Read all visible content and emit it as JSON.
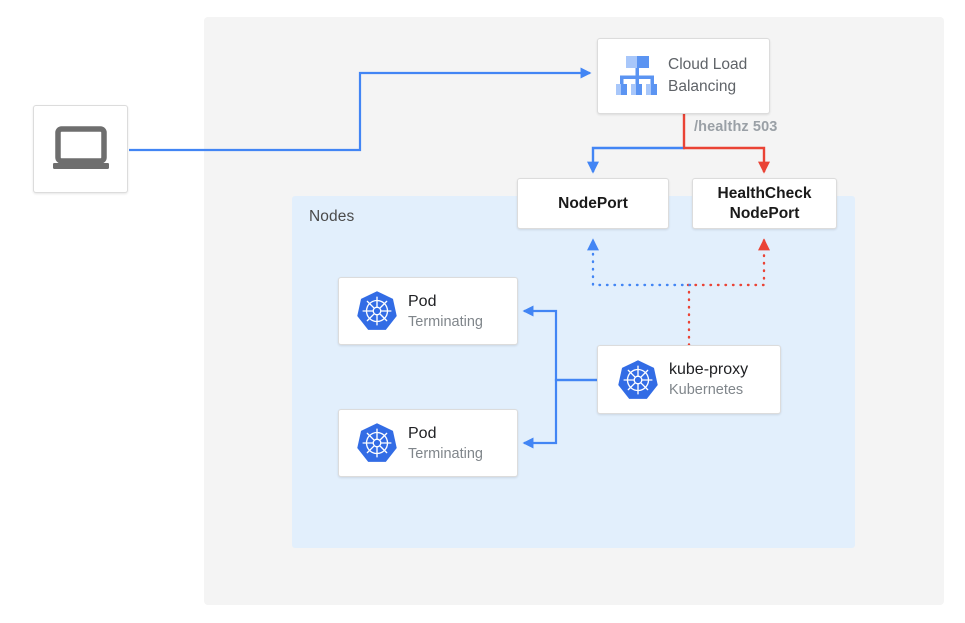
{
  "diagram": {
    "title": "Kubernetes NodePort health check with terminating pods",
    "panels": {
      "outer": {
        "name": "cloud-region",
        "label": ""
      },
      "nodes": {
        "name": "nodes",
        "label": "Nodes"
      }
    },
    "colors": {
      "blue": "#4285F4",
      "red": "#EA4335",
      "kubernetes_blue": "#326CE5",
      "panel_gray": "#F4F4F4",
      "panel_blue": "#E2EFFC",
      "text_gray": "#5F6368",
      "text_muted": "#80868B",
      "text_dark": "#202124"
    },
    "nodes_list": [
      {
        "id": "client",
        "name": "client-device",
        "icon": "laptop-icon",
        "title": "",
        "subtitle": ""
      },
      {
        "id": "cloud_load_balancing",
        "name": "cloud-load-balancing",
        "icon": "load-balancer-icon",
        "title": "Cloud Load Balancing",
        "subtitle": ""
      },
      {
        "id": "nodeport",
        "name": "nodeport",
        "icon": "",
        "title": "NodePort",
        "subtitle": ""
      },
      {
        "id": "healthcheck_nodeport",
        "name": "healthcheck-nodeport",
        "icon": "",
        "title_line1": "HealthCheck",
        "title_line2": "NodePort",
        "subtitle": ""
      },
      {
        "id": "pod_1",
        "name": "pod-terminating-1",
        "icon": "kubernetes-icon",
        "title": "Pod",
        "subtitle": "Terminating"
      },
      {
        "id": "pod_2",
        "name": "pod-terminating-2",
        "icon": "kubernetes-icon",
        "title": "Pod",
        "subtitle": "Terminating"
      },
      {
        "id": "kube_proxy",
        "name": "kube-proxy",
        "icon": "kubernetes-icon",
        "title": "kube-proxy",
        "subtitle": "Kubernetes"
      }
    ],
    "edge_labels": {
      "healthz": "/healthz 503"
    },
    "labels": {
      "cloud_load_balancing_line1": "Cloud Load",
      "cloud_load_balancing_line2": "Balancing",
      "nodeport": "NodePort",
      "healthcheck_line1": "HealthCheck",
      "healthcheck_line2": "NodePort",
      "pod": "Pod",
      "terminating": "Terminating",
      "kube_proxy": "kube-proxy",
      "kubernetes": "Kubernetes",
      "nodes": "Nodes",
      "healthz_503": "/healthz 503"
    }
  }
}
